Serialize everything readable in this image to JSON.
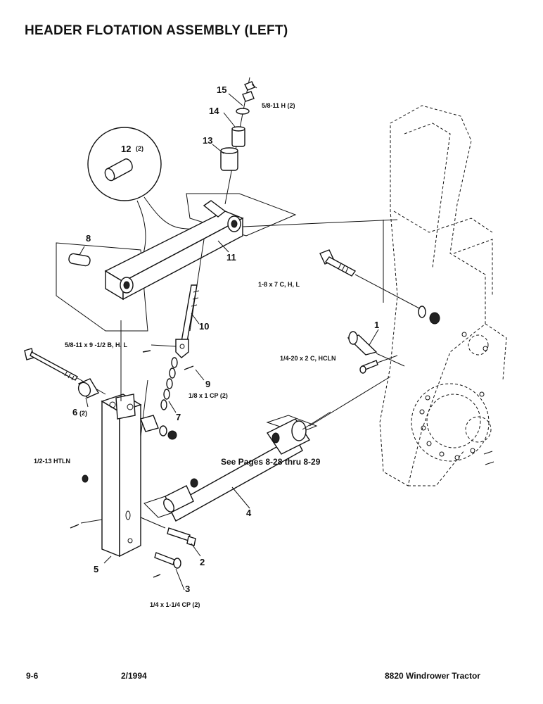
{
  "title": "HEADER FLOTATION ASSEMBLY (LEFT)",
  "callouts": {
    "c1": "1",
    "c2": "2",
    "c3": "3",
    "c4": "4",
    "c5": "5",
    "c6": "6",
    "c6q": "(2)",
    "c7": "7",
    "c8": "8",
    "c9": "9",
    "c10": "10",
    "c11": "11",
    "c12": "12",
    "c12q": "(2)",
    "c13": "13",
    "c14": "14",
    "c15": "15"
  },
  "specs": {
    "nut_top": "5/8-11 H (2)",
    "bolt_large": "1-8 x  7  C, H, L",
    "bolt_small": "1/4-20 x 2 C, HCLN",
    "bolt_long": "5/8-11 x 9 -1/2 B, H, L",
    "cotter_small": "1/8 x 1 CP (2)",
    "locknut": "1/2-13 HTLN",
    "cotter_bottom": "1/4 x 1-1/4 CP (2)"
  },
  "note": "See Pages 8-28 thru 8-29",
  "footer": {
    "page": "9-6",
    "date": "2/1994",
    "model": "8820 Windrower Tractor"
  }
}
